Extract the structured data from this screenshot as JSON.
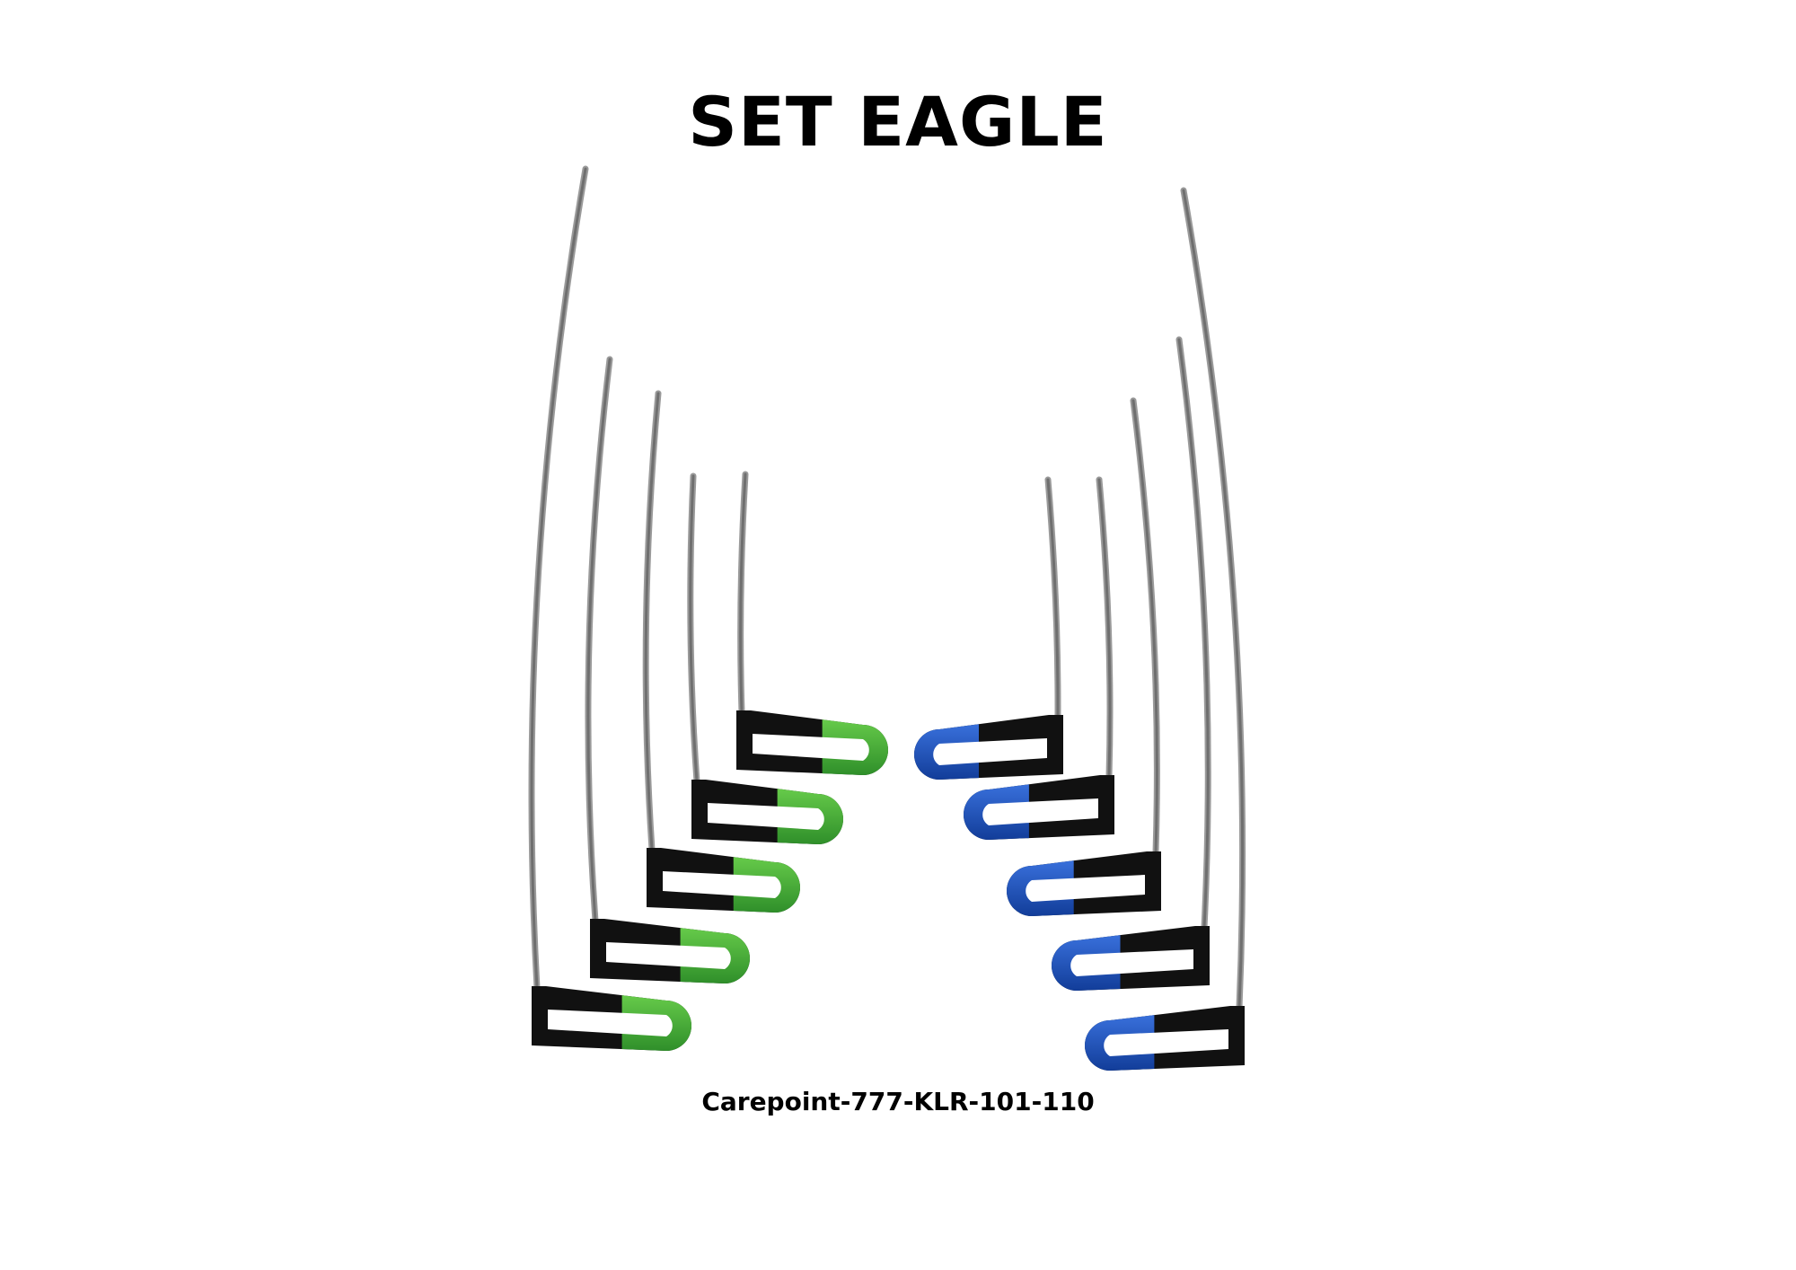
{
  "title": "SET EAGLE",
  "caption": "Carepoint-777-KLR-101-110",
  "colors": {
    "shaft": "#6f6f6f",
    "grip_black": "#111111",
    "grip_green": "#3fa535",
    "grip_blue": "#1d4fb8",
    "background": "#ffffff"
  },
  "tool_sets": [
    {
      "name": "green-handle-set",
      "handle_color": "green",
      "count": 5
    },
    {
      "name": "blue-handle-set",
      "handle_color": "blue",
      "count": 5
    }
  ]
}
